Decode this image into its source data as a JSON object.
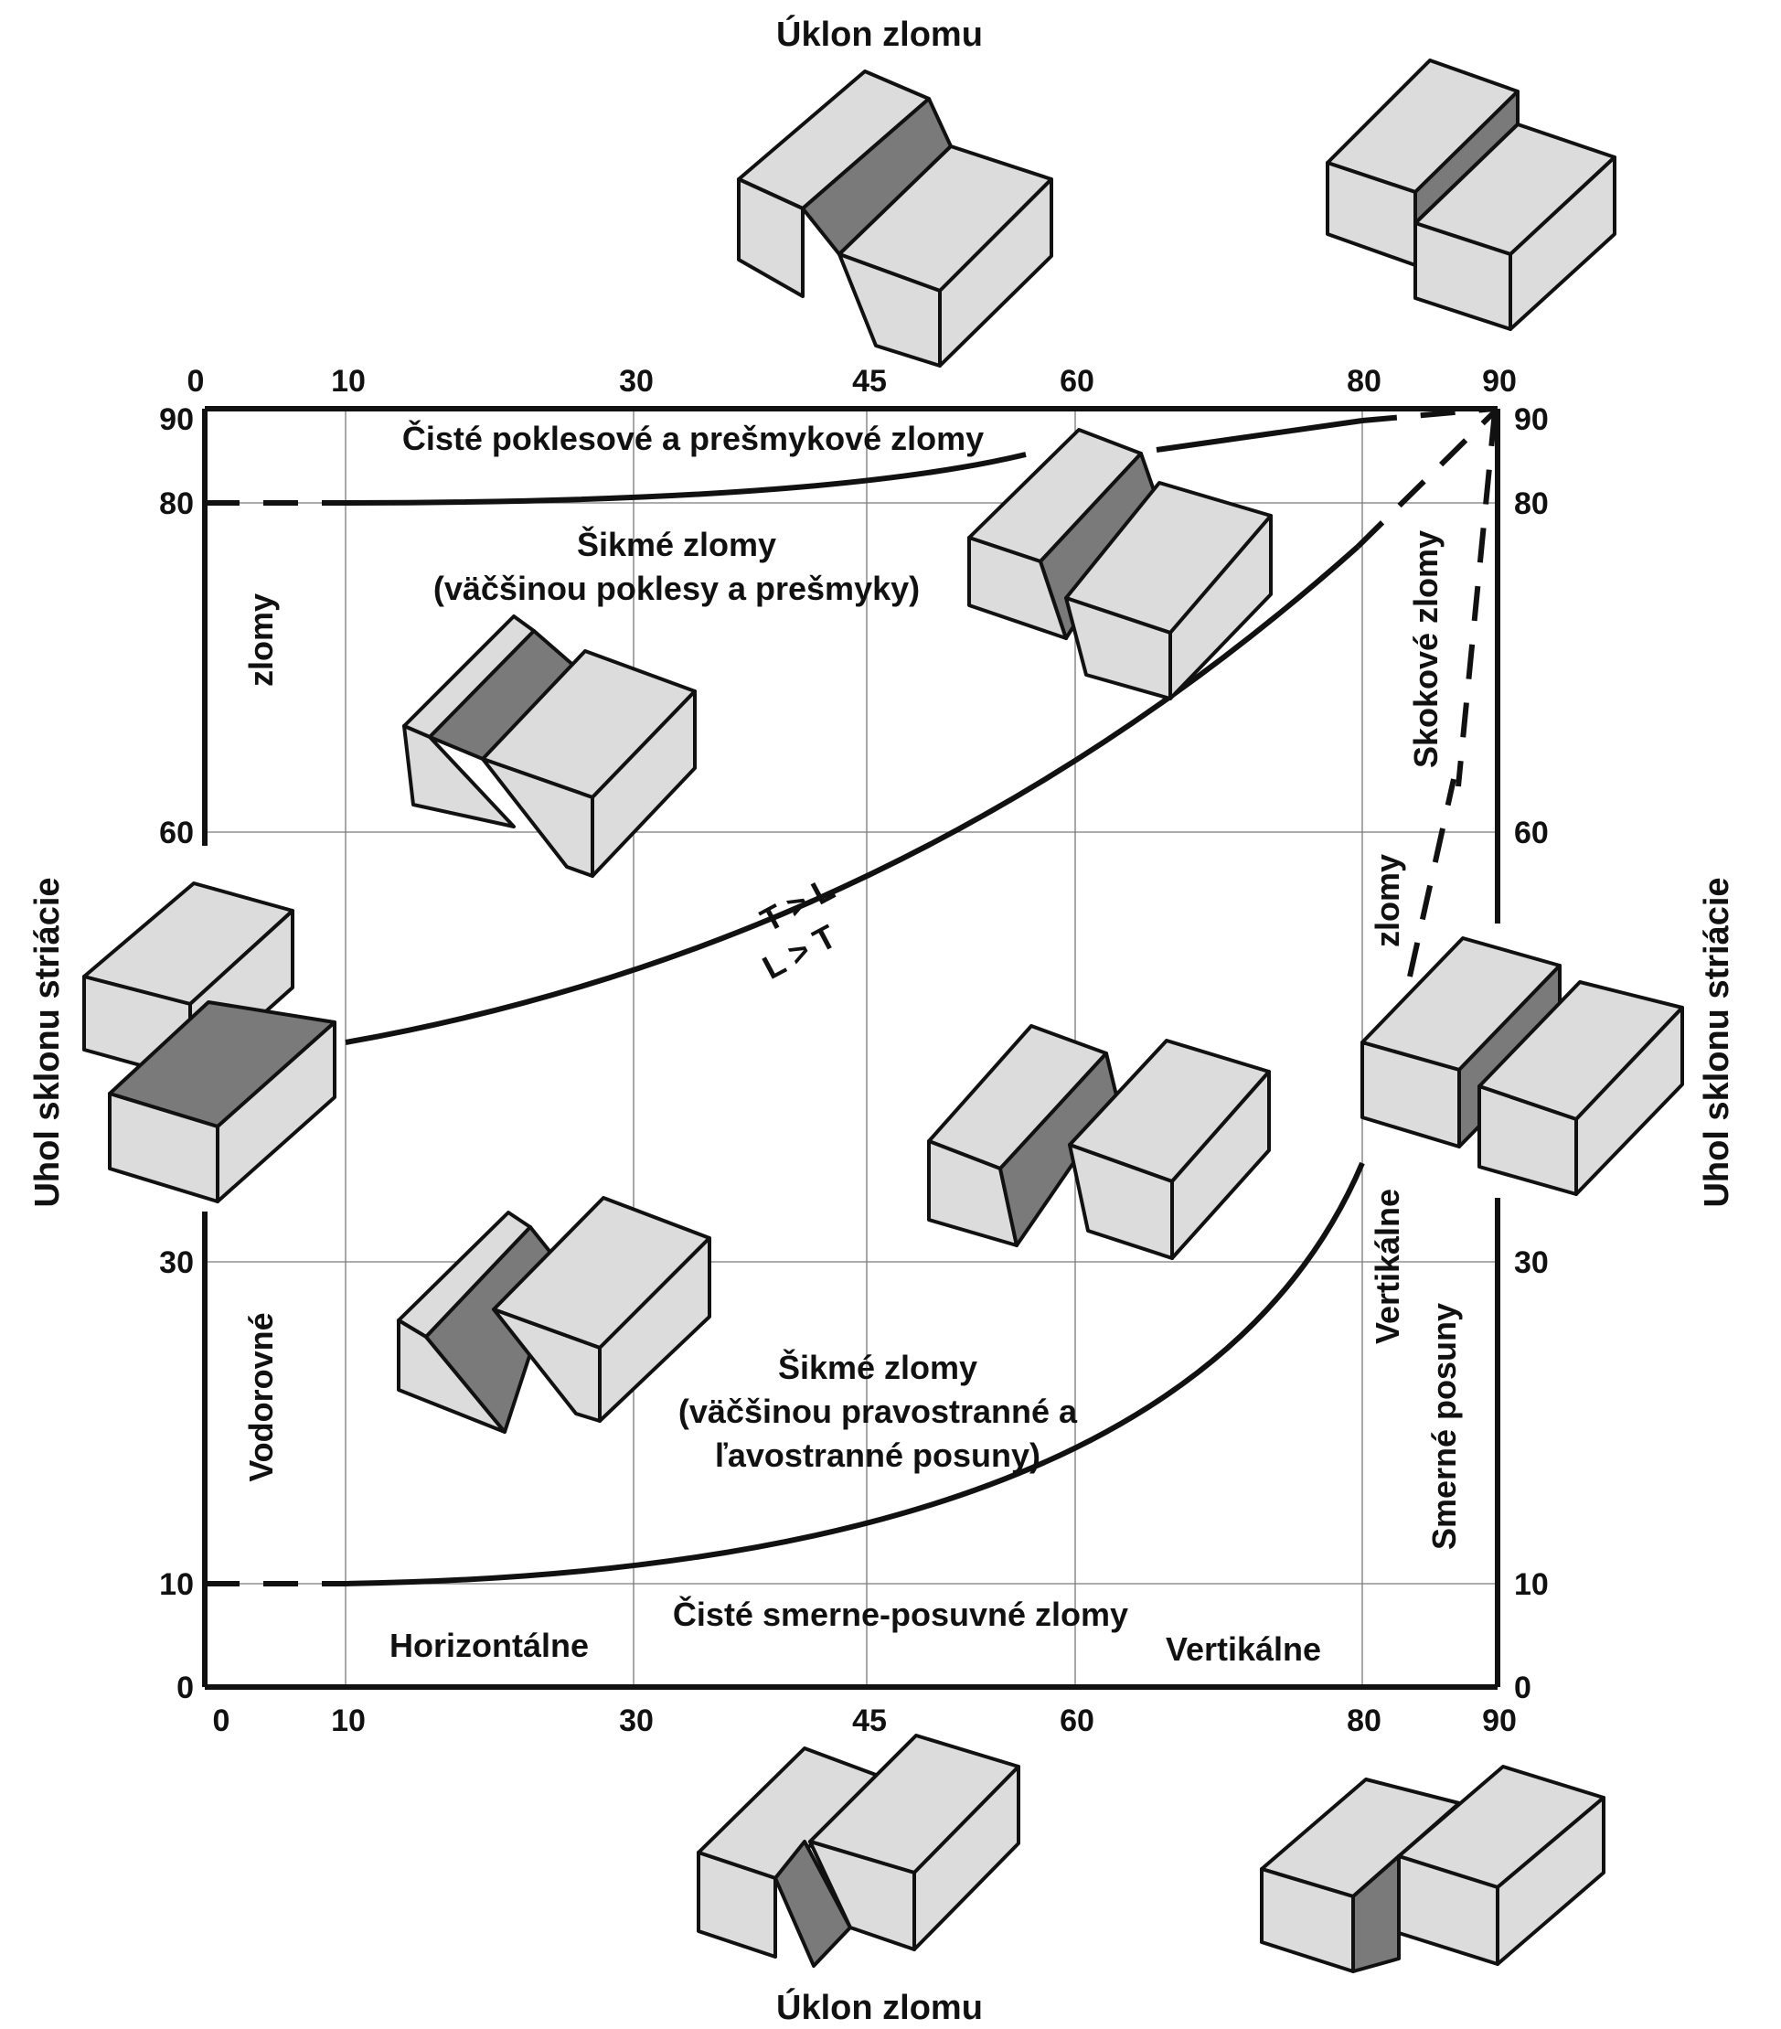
{
  "title_top": "Úklon zlomu",
  "title_bottom": "Úklon zlomu",
  "axis_left": "Uhol sklonu striácie",
  "axis_right": "Uhol sklonu striácie",
  "x_ticks": [
    "0",
    "10",
    "30",
    "45",
    "60",
    "80",
    "90"
  ],
  "y_ticks": [
    "0",
    "10",
    "30",
    "60",
    "80",
    "90"
  ],
  "regions": {
    "pure_dip": "Čisté poklesové a prešmykové zlomy",
    "oblique_dip_1": "Šikmé zlomy",
    "oblique_dip_2": "(väčšinou poklesy a prešmyky)",
    "oblique_strike_1": "Šikmé zlomy",
    "oblique_strike_2": "(väčšinou pravostranné a",
    "oblique_strike_3": "ľavostranné posuny)",
    "pure_strike": "Čisté smerne-posuvné zlomy",
    "horizontal": "Horizontálne",
    "vertical_bottom": "Vertikálne",
    "left_upper": "zlomy",
    "left_lower": "Vodorovné",
    "right_skok": "Skokové zlomy",
    "right_zlomy": "zlomy",
    "right_vert": "Vertikálne",
    "right_smerne": "Smerné posuny",
    "tl": "T > L",
    "lt": "L > T"
  },
  "colors": {
    "block_face": "#dcdcdc",
    "fault_plane": "#7a7a7a",
    "line": "#111111"
  }
}
